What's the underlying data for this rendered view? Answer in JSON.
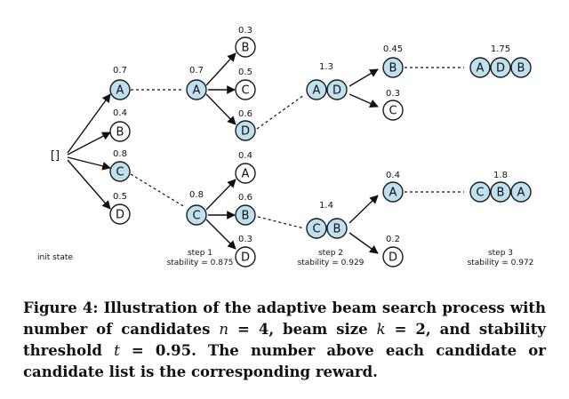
{
  "root_label": "[]",
  "init_label": "init state",
  "steps": {
    "s1": {
      "title": "step 1",
      "stability": "stability = 0.875"
    },
    "s2": {
      "title": "step 2",
      "stability": "stability = 0.929"
    },
    "s3": {
      "title": "step 3",
      "stability": "stability = 0.972"
    }
  },
  "nodes": {
    "l1A": {
      "label": "A",
      "reward": "0.7"
    },
    "l1B": {
      "label": "B",
      "reward": "0.4"
    },
    "l1C": {
      "label": "C",
      "reward": "0.8"
    },
    "l1D": {
      "label": "D",
      "reward": "0.5"
    },
    "s1A": {
      "label": "A",
      "reward": "0.7"
    },
    "s1AB": {
      "label": "B",
      "reward": "0.3"
    },
    "s1AC": {
      "label": "C",
      "reward": "0.5"
    },
    "s1AD": {
      "label": "D",
      "reward": "0.6"
    },
    "s1C": {
      "label": "C",
      "reward": "0.8"
    },
    "s1CA": {
      "label": "A",
      "reward": "0.4"
    },
    "s1CB": {
      "label": "B",
      "reward": "0.6"
    },
    "s1CD": {
      "label": "D",
      "reward": "0.3"
    },
    "s2ADB": {
      "label": "B",
      "reward": "0.45"
    },
    "s2ADC": {
      "label": "C",
      "reward": "0.3"
    },
    "s2CBA": {
      "label": "A",
      "reward": "0.4"
    },
    "s2CBD": {
      "label": "D",
      "reward": "0.2"
    }
  },
  "lists": {
    "AD": {
      "items": [
        "A",
        "D"
      ],
      "reward": "1.3"
    },
    "CB": {
      "items": [
        "C",
        "B"
      ],
      "reward": "1.4"
    },
    "ADB": {
      "items": [
        "A",
        "D",
        "B"
      ],
      "reward": "1.75"
    },
    "CBA": {
      "items": [
        "C",
        "B",
        "A"
      ],
      "reward": "1.8"
    }
  },
  "caption": {
    "lead": "Figure 4: Illustration of the adaptive beam search process with number of candidates ",
    "n_var": "n",
    "n_val": " = 4, beam size ",
    "k_var": "k",
    "k_val": " = 2, and stability threshold ",
    "t_var": "t",
    "t_val": " = 0.95. The number above each candidate or candidate list is the corresponding reward."
  },
  "colors": {
    "selected_fill": "#bfe0ee",
    "unselected_fill": "#ffffff",
    "stroke": "#1a1a1a"
  }
}
